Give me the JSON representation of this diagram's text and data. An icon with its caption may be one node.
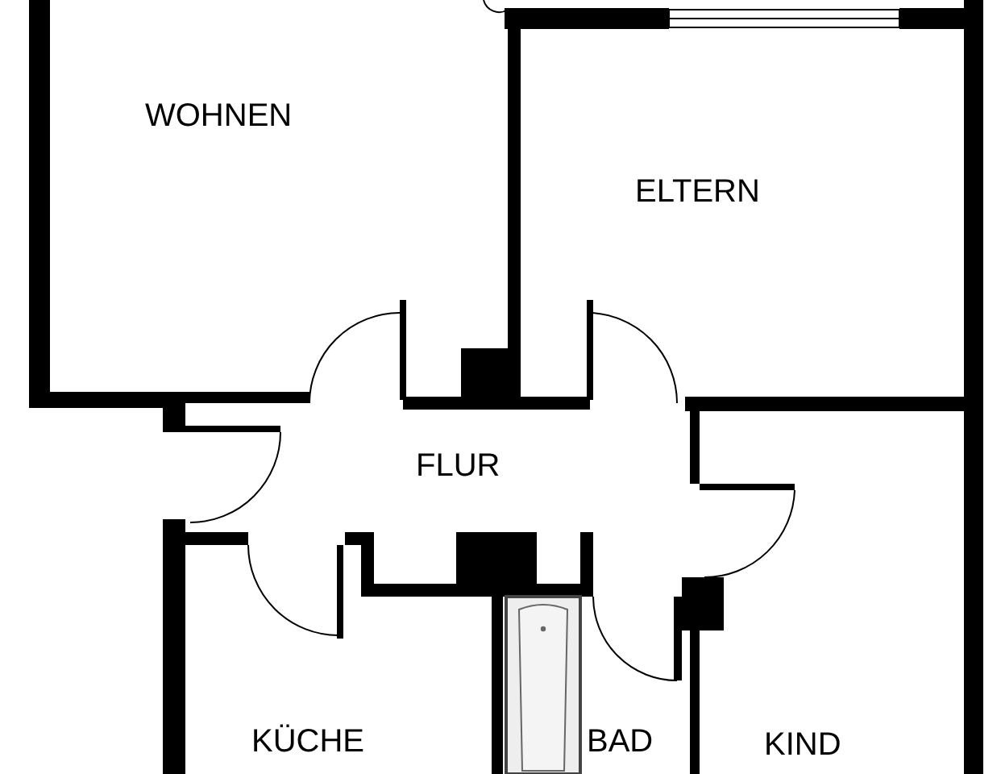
{
  "diagram": {
    "nodes": [
      {
        "text": [
          "WOHNEN"
        ]
      },
      {
        "text": [
          "ELTERN"
        ]
      },
      {
        "text": [
          "FLUR"
        ]
      },
      {
        "text": [
          "KÜCHE"
        ]
      },
      {
        "text": [
          "BAD"
        ]
      },
      {
        "text": [
          "KIND"
        ]
      }
    ]
  }
}
